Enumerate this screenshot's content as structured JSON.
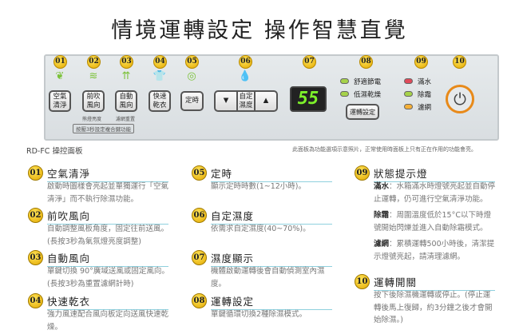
{
  "title": "情境運轉設定  操作智慧直覺",
  "panel": {
    "numbers": [
      "01",
      "02",
      "03",
      "04",
      "05",
      "06",
      "07",
      "08",
      "09",
      "10"
    ],
    "buttons": {
      "air_clean": "空氣\n清淨",
      "front_wind": "前吹\n風向",
      "auto_wind": "自動\n風向",
      "quick_dry": "快速\n乾衣",
      "timer": "定時",
      "humidity": "自定\n濕度",
      "down": "▼",
      "up": "▲",
      "mode": "運轉設定"
    },
    "sub_labels": {
      "brightness": "熊燈亮度",
      "filter_reset": "濾網重置",
      "combo_hint": "按壓3秒設定複合鍵功能"
    },
    "display": "55",
    "leds": {
      "comfort": "舒適節電",
      "low_humid": "低濕乾燥",
      "full": "滿水",
      "defrost": "除霜",
      "filter": "濾網"
    },
    "power": "⏻",
    "led_colors": {
      "green": "#a6d24a",
      "red": "#e04a5a",
      "orange": "#f5b038",
      "accent": "#e88a1a"
    }
  },
  "caption": "RD-FC 操控面板",
  "note": "此面板為功能選項示意照片，正常使用時面板上只有正在作用的功能會亮。",
  "sections": [
    {
      "num": "01",
      "title": "空氣清淨",
      "desc": "啟動時圖樣會亮起並單獨運行「空氣清淨」而不執行除濕功能。"
    },
    {
      "num": "02",
      "title": "前吹風向",
      "desc": "自動調整風板角度，固定往前送風。(長按3秒為氣氛燈亮度調整)"
    },
    {
      "num": "03",
      "title": "自動風向",
      "desc": "單鍵切換 90°廣域送風或固定風向。(長按3秒為重置濾網計時)"
    },
    {
      "num": "04",
      "title": "快速乾衣",
      "desc": "強力風速配合風向板定向送風快速乾燥。"
    },
    {
      "num": "05",
      "title": "定時",
      "desc": "顯示定時時數(1~12小時)。"
    },
    {
      "num": "06",
      "title": "自定濕度",
      "desc": "依需求自定濕度(40~70%)。"
    },
    {
      "num": "07",
      "title": "濕度顯示",
      "desc": "機體啟動運轉後會自動偵測室內濕度。"
    },
    {
      "num": "08",
      "title": "運轉設定",
      "desc": "單鍵循環切換2種除濕模式。"
    },
    {
      "num": "09",
      "title": "狀態提示燈",
      "items": [
        {
          "label": "滿水",
          "text": "：水箱滿水時燈號亮起並自動停止運轉，仍可進行空氣清淨功能。"
        },
        {
          "label": "除霜",
          "text": "：周圍溫度低於15°C以下時燈號開始閃爍並進入自動除霜模式。"
        },
        {
          "label": "濾網",
          "text": "：累積運轉500小時後，清潔提示燈號亮起，請清理濾網。"
        }
      ]
    },
    {
      "num": "10",
      "title": "運轉開關",
      "desc": "按下後除濕機運轉或停止。(停止運轉後馬上復歸，約3分鐘之後才會開始除濕。)"
    }
  ]
}
